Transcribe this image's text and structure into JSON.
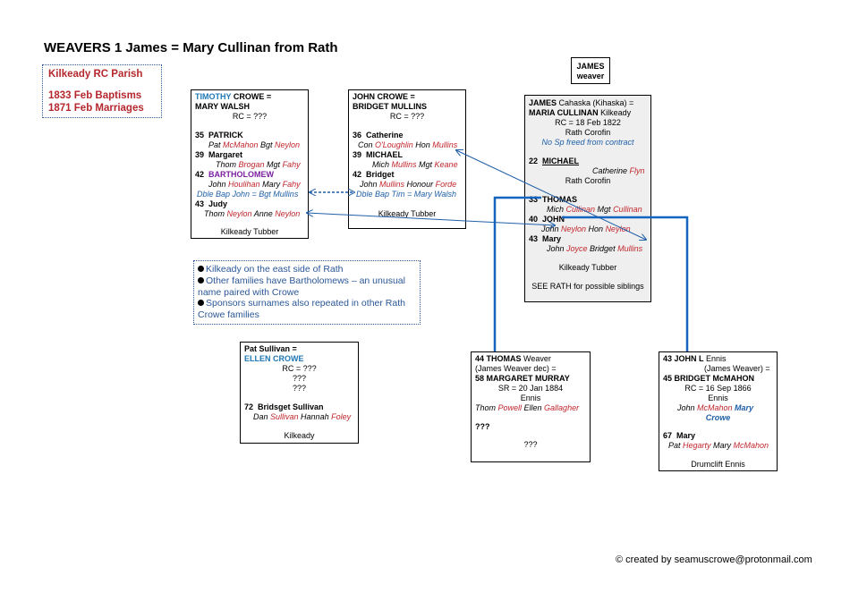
{
  "title": "WEAVERS 1 James = Mary Cullinan from Rath",
  "parish": {
    "name": "Kilkeady RC Parish",
    "baptisms": "1833 Feb Baptisms",
    "marriages": "1871 Feb Marriages"
  },
  "james_label": {
    "line1": "JAMES",
    "line2": "weaver"
  },
  "timothy": {
    "first": "TIMOTHY",
    "rest": " CROWE =",
    "spouse": "MARY WALSH",
    "rc": "RC = ???",
    "c1_num": "35",
    "c1_name": "PATRICK",
    "c1_s1": "Pat ",
    "c1_s2": "McMahon",
    "c1_s3": " Bgt ",
    "c1_s4": "Neylon",
    "c2_num": "39",
    "c2_name": "Margaret",
    "c2_s1": "Thom ",
    "c2_s2": "Brogan",
    "c2_s3": " Mgt ",
    "c2_s4": "Fahy",
    "c3_num": "42",
    "c3_name": "BARTHOLOMEW",
    "c3_s1": "John ",
    "c3_s2": "Houlihan",
    "c3_s3": " Mary ",
    "c3_s4": "Fahy",
    "c3_note": "Dble Bap John = Bgt Mullins",
    "c4_num": "43",
    "c4_name": "Judy",
    "c4_s1": "Thom ",
    "c4_s2": "Neylon",
    "c4_s3": " Anne ",
    "c4_s4": "Neylon",
    "place": "Kilkeady  Tubber"
  },
  "john": {
    "head": "JOHN CROWE =",
    "spouse": "BRIDGET MULLINS",
    "rc": "RC = ???",
    "c1_num": "36",
    "c1_name": "Catherine",
    "c1_s1": "Con ",
    "c1_s2": "O'Loughlin",
    "c1_s3": " Hon ",
    "c1_s4": "Mullins",
    "c2_num": "39",
    "c2_name": "MICHAEL",
    "c2_s1": "Mich ",
    "c2_s2": "Mullins",
    "c2_s3": " Mgt ",
    "c2_s4": "Keane",
    "c3_num": "42",
    "c3_name": "Bridget",
    "c3_s1": "John ",
    "c3_s2": "Mullins",
    "c3_s3": " Honour ",
    "c3_s4": "Forde",
    "c3_note": "Dble Bap Tim = Mary Walsh",
    "place": "Kilkeady Tubber"
  },
  "james": {
    "head1": "JAMES",
    "head2": " Cahaska (Kihaska) =",
    "spouse": "MARIA CULLINAN",
    "spouse_place": " Kilkeady",
    "rc": "RC = 18 Feb 1822",
    "place1": "Rath Corofin",
    "note": "No Sp freed from contract",
    "c1_num": "22",
    "c1_name": "MICHAEL",
    "c1_s1": "Catherine ",
    "c1_s2": "Flyn",
    "c1_place": "Rath Corofin",
    "c2_num": "33",
    "c2_name": "THOMAS",
    "c2_s1": "Mich ",
    "c2_s2": "Cullinan",
    "c2_s3": " Mgt ",
    "c2_s4": "Cullinan",
    "c3_num": "40",
    "c3_name": "JOHN",
    "c3_s1": "John ",
    "c3_s2": "Neylon",
    "c3_s3": " Hon ",
    "c3_s4": "Neylon",
    "c4_num": "43",
    "c4_name": "Mary",
    "c4_s1": "John ",
    "c4_s2": "Joyce",
    "c4_s3": " Bridget ",
    "c4_s4": "Mullins",
    "place": "Kilkeady Tubber",
    "see": "SEE RATH for possible siblings"
  },
  "notes": [
    "Kilkeady on the east side of Rath",
    "Other families have Bartholomews – an unusual",
    "name paired with Crowe",
    "Sponsors surnames also repeated in other Rath",
    "Crowe families"
  ],
  "pat": {
    "head": "Pat Sullivan =",
    "spouse": "ELLEN CROWE",
    "rc": "RC = ???",
    "q1": "???",
    "q2": "???",
    "c1_num": "72",
    "c1_name": "Bridsget Sullivan",
    "c1_s1": "Dan ",
    "c1_s2": "Sullivan",
    "c1_s3": " Hannah ",
    "c1_s4": "Foley",
    "place": "Kilkeady"
  },
  "thomas": {
    "num": "44",
    "name": "THOMAS",
    "name2": " Weaver",
    "note": "(James Weaver dec) =",
    "spouse_num": "58",
    "spouse": "MARGARET MURRAY",
    "sr": "SR = 20 Jan 1884",
    "place": "Ennis",
    "s1": "Thom ",
    "s2": "Powell",
    "s3": " Ellen ",
    "s4": "Gallagher",
    "q1": "???",
    "q2": "???"
  },
  "johnl": {
    "num": "43",
    "name": "JOHN L",
    "name2": " Ennis",
    "note": "(James Weaver) =",
    "spouse_num": "45",
    "spouse": "BRIDGET McMAHON",
    "rc": "RC = 16 Sep 1866",
    "place": "Ennis",
    "s1": "John ",
    "s2": "McMahon",
    "s3": " Mary",
    "s4": "Crowe",
    "c1_num": "67",
    "c1_name": "Mary",
    "c1_s1": "Pat ",
    "c1_s2": "Hegarty",
    "c1_s3": " Mary ",
    "c1_s4": "McMahon",
    "place2": "Drumclift Ennis"
  },
  "footer": "© created by seamuscrowe@protonmail.com",
  "colors": {
    "link_blue": "#1f5fa8",
    "line_blue": "#1565c0",
    "sponsor_red": "#c0262d",
    "title_red": "#b5272d"
  }
}
